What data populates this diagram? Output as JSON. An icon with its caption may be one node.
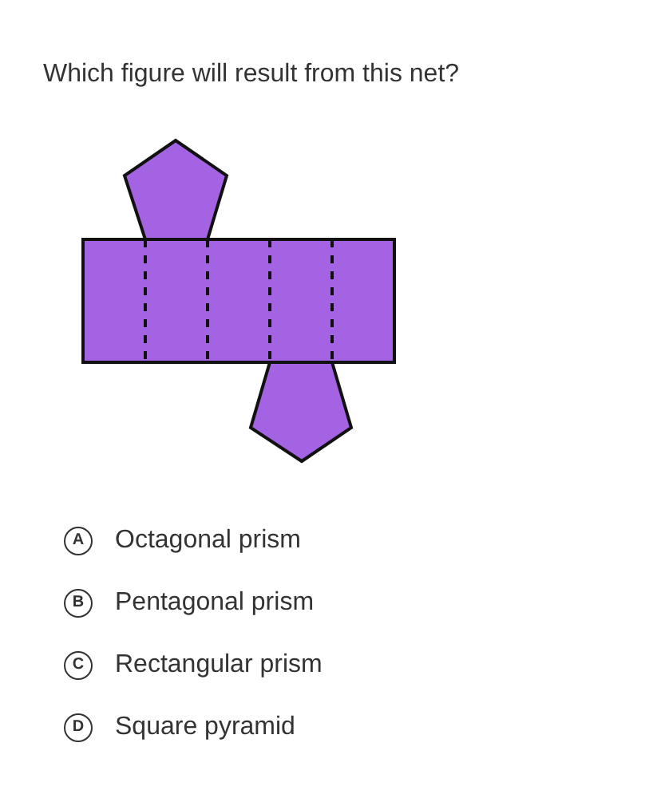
{
  "diagram": {
    "labels": [
      "Which figure will result from this net?",
      "A",
      "Octagonal prism",
      "B",
      "Pentagonal prism",
      "C",
      "Rectangular prism",
      "D",
      "Square pyramid"
    ]
  }
}
